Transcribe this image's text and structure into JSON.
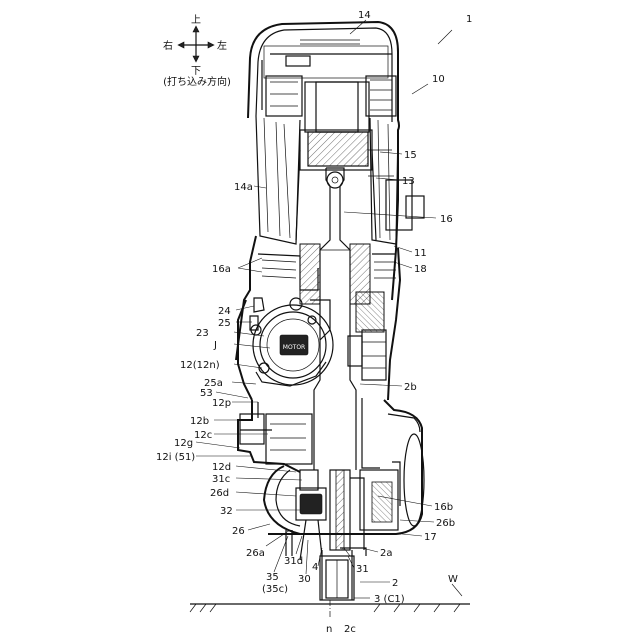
{
  "direction_indicator": {
    "up": "上",
    "down": "下",
    "right": "右",
    "left": "左",
    "caption": "(打ち込み方向)"
  },
  "labels": {
    "l1": "1",
    "l10": "10",
    "l14": "14",
    "l14a": "14a",
    "l15": "15",
    "l13": "13",
    "l16": "16",
    "l11": "11",
    "l18": "18",
    "l16a": "16a",
    "l24": "24",
    "l25": "25",
    "l23": "23",
    "lJ": "J",
    "l12n": "12(12n)",
    "l53": "53",
    "l25a": "25a",
    "l12p": "12p",
    "l2b": "2b",
    "l12b": "12b",
    "l12c": "12c",
    "l12g": "12g",
    "l12i": "12i (51)",
    "l12d": "12d",
    "l31c": "31c",
    "l26d": "26d",
    "l16b": "16b",
    "l32": "32",
    "l26b": "26b",
    "l26": "26",
    "l17": "17",
    "l26a": "26a",
    "l31d": "31d",
    "l31": "31",
    "l2a": "2a",
    "l35": "35",
    "l35c": "(35c)",
    "l30": "30",
    "l4": "4",
    "l2": "2",
    "lW": "W",
    "l3": "3 (C1)",
    "ln": "n",
    "l2c": "2c"
  },
  "badge_text": "MOTOR"
}
